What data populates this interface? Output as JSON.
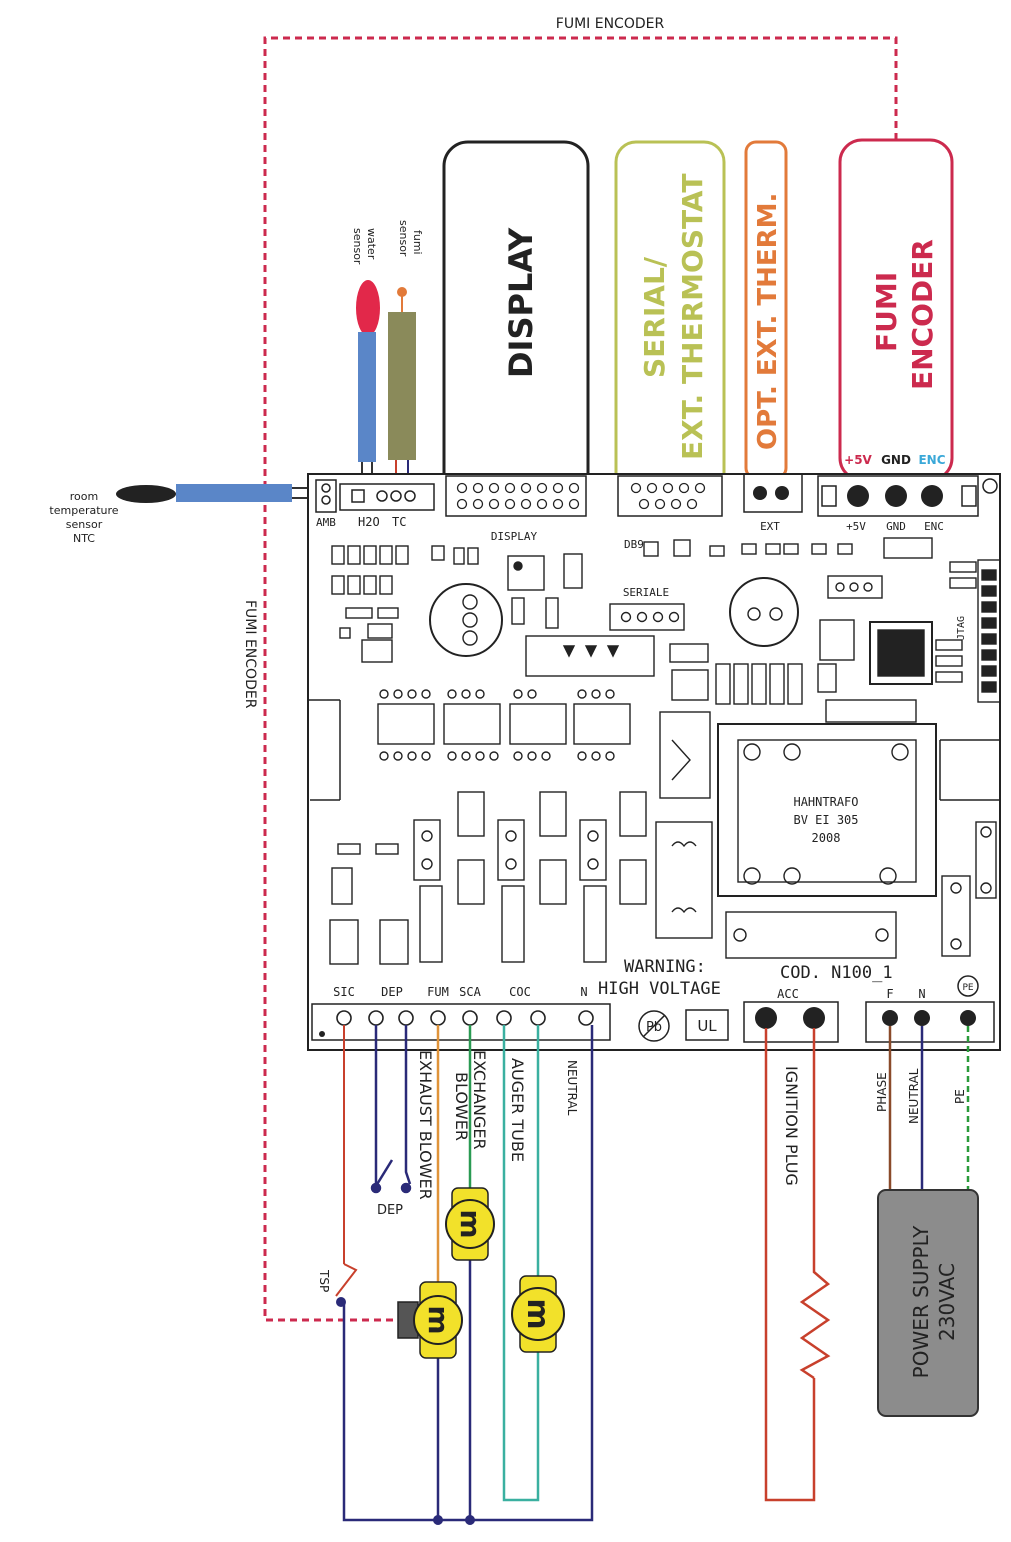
{
  "colors": {
    "fumi": "#cc2a4e",
    "serial": "#b9c155",
    "opt": "#e27a3a",
    "wire_red": "#c8402c",
    "wire_blue": "#2a2a78",
    "wire_orange": "#e0943a",
    "wire_green": "#2a9a52",
    "wire_teal": "#3ab0a0",
    "wire_brown": "#8a4a2a",
    "wire_pe": "#2a9a3a",
    "motor": "#f2e12a",
    "supply": "#8c8c8c",
    "water_probe": "#e2284a",
    "room_probe": "#5a86c8",
    "fumi_probe": "#8a8a5a"
  },
  "top_link": {
    "label": "FUMI ENCODER"
  },
  "side_link": {
    "label": "FUMI ENCODER"
  },
  "connectors": {
    "display": {
      "label": "DISPLAY"
    },
    "serial": {
      "label_1": "SERIAL/",
      "label_2": "EXT. THERMOSTAT"
    },
    "opt": {
      "label": "OPT. EXT. THERM."
    },
    "fumi": {
      "label_1": "FUMI",
      "label_2": "ENCODER",
      "pin_5v": "+5V",
      "pin_gnd": "GND",
      "pin_enc": "ENC"
    }
  },
  "sensors": {
    "fumi_sensor": {
      "label_1": "fumi",
      "label_2": "sensor"
    },
    "water_sensor": {
      "label_1": "water",
      "label_2": "sensor"
    },
    "room": {
      "line1": "room",
      "line2": "temperature",
      "line3": "sensor",
      "line4": "NTC"
    }
  },
  "board": {
    "amb": "AMB",
    "h2o": "H2O",
    "tc": "TC",
    "display_silk": "DISPLAY",
    "db9": "DB9",
    "seriale": "SERIALE",
    "ext": "EXT",
    "plus5v": "+5V",
    "gnd": "GND",
    "enc": "ENC",
    "jtag": "JTAG",
    "trafo_1": "HAHNTRAFO",
    "trafo_2": "BV EI 305",
    "trafo_3": "2008",
    "warning_1": "WARNING:",
    "warning_2": "HIGH VOLTAGE",
    "cod": "COD. N100_1",
    "ul": "UL",
    "pb": "Pb",
    "pe_mark": "PE",
    "term": {
      "sic": "SIC",
      "dep": "DEP",
      "fum": "FUM",
      "sca": "SCA",
      "coc": "COC",
      "n": "N",
      "acc": "ACC",
      "f": "F",
      "n2": "N"
    }
  },
  "wires": {
    "exhaust": "EXHAUST BLOWER",
    "exchanger_1": "EXCHANGER",
    "exchanger_2": "BLOWER",
    "auger": "AUGER TUBE",
    "neutral": "NEUTRAL",
    "ignition": "IGNITION PLUG",
    "phase": "PHASE",
    "neutral2": "NEUTRAL",
    "pe": "PE"
  },
  "components": {
    "dep": "DEP",
    "tsp": "TSP",
    "motor_glyph": "m",
    "supply_1": "POWER SUPPLY",
    "supply_2": "230VAC"
  }
}
